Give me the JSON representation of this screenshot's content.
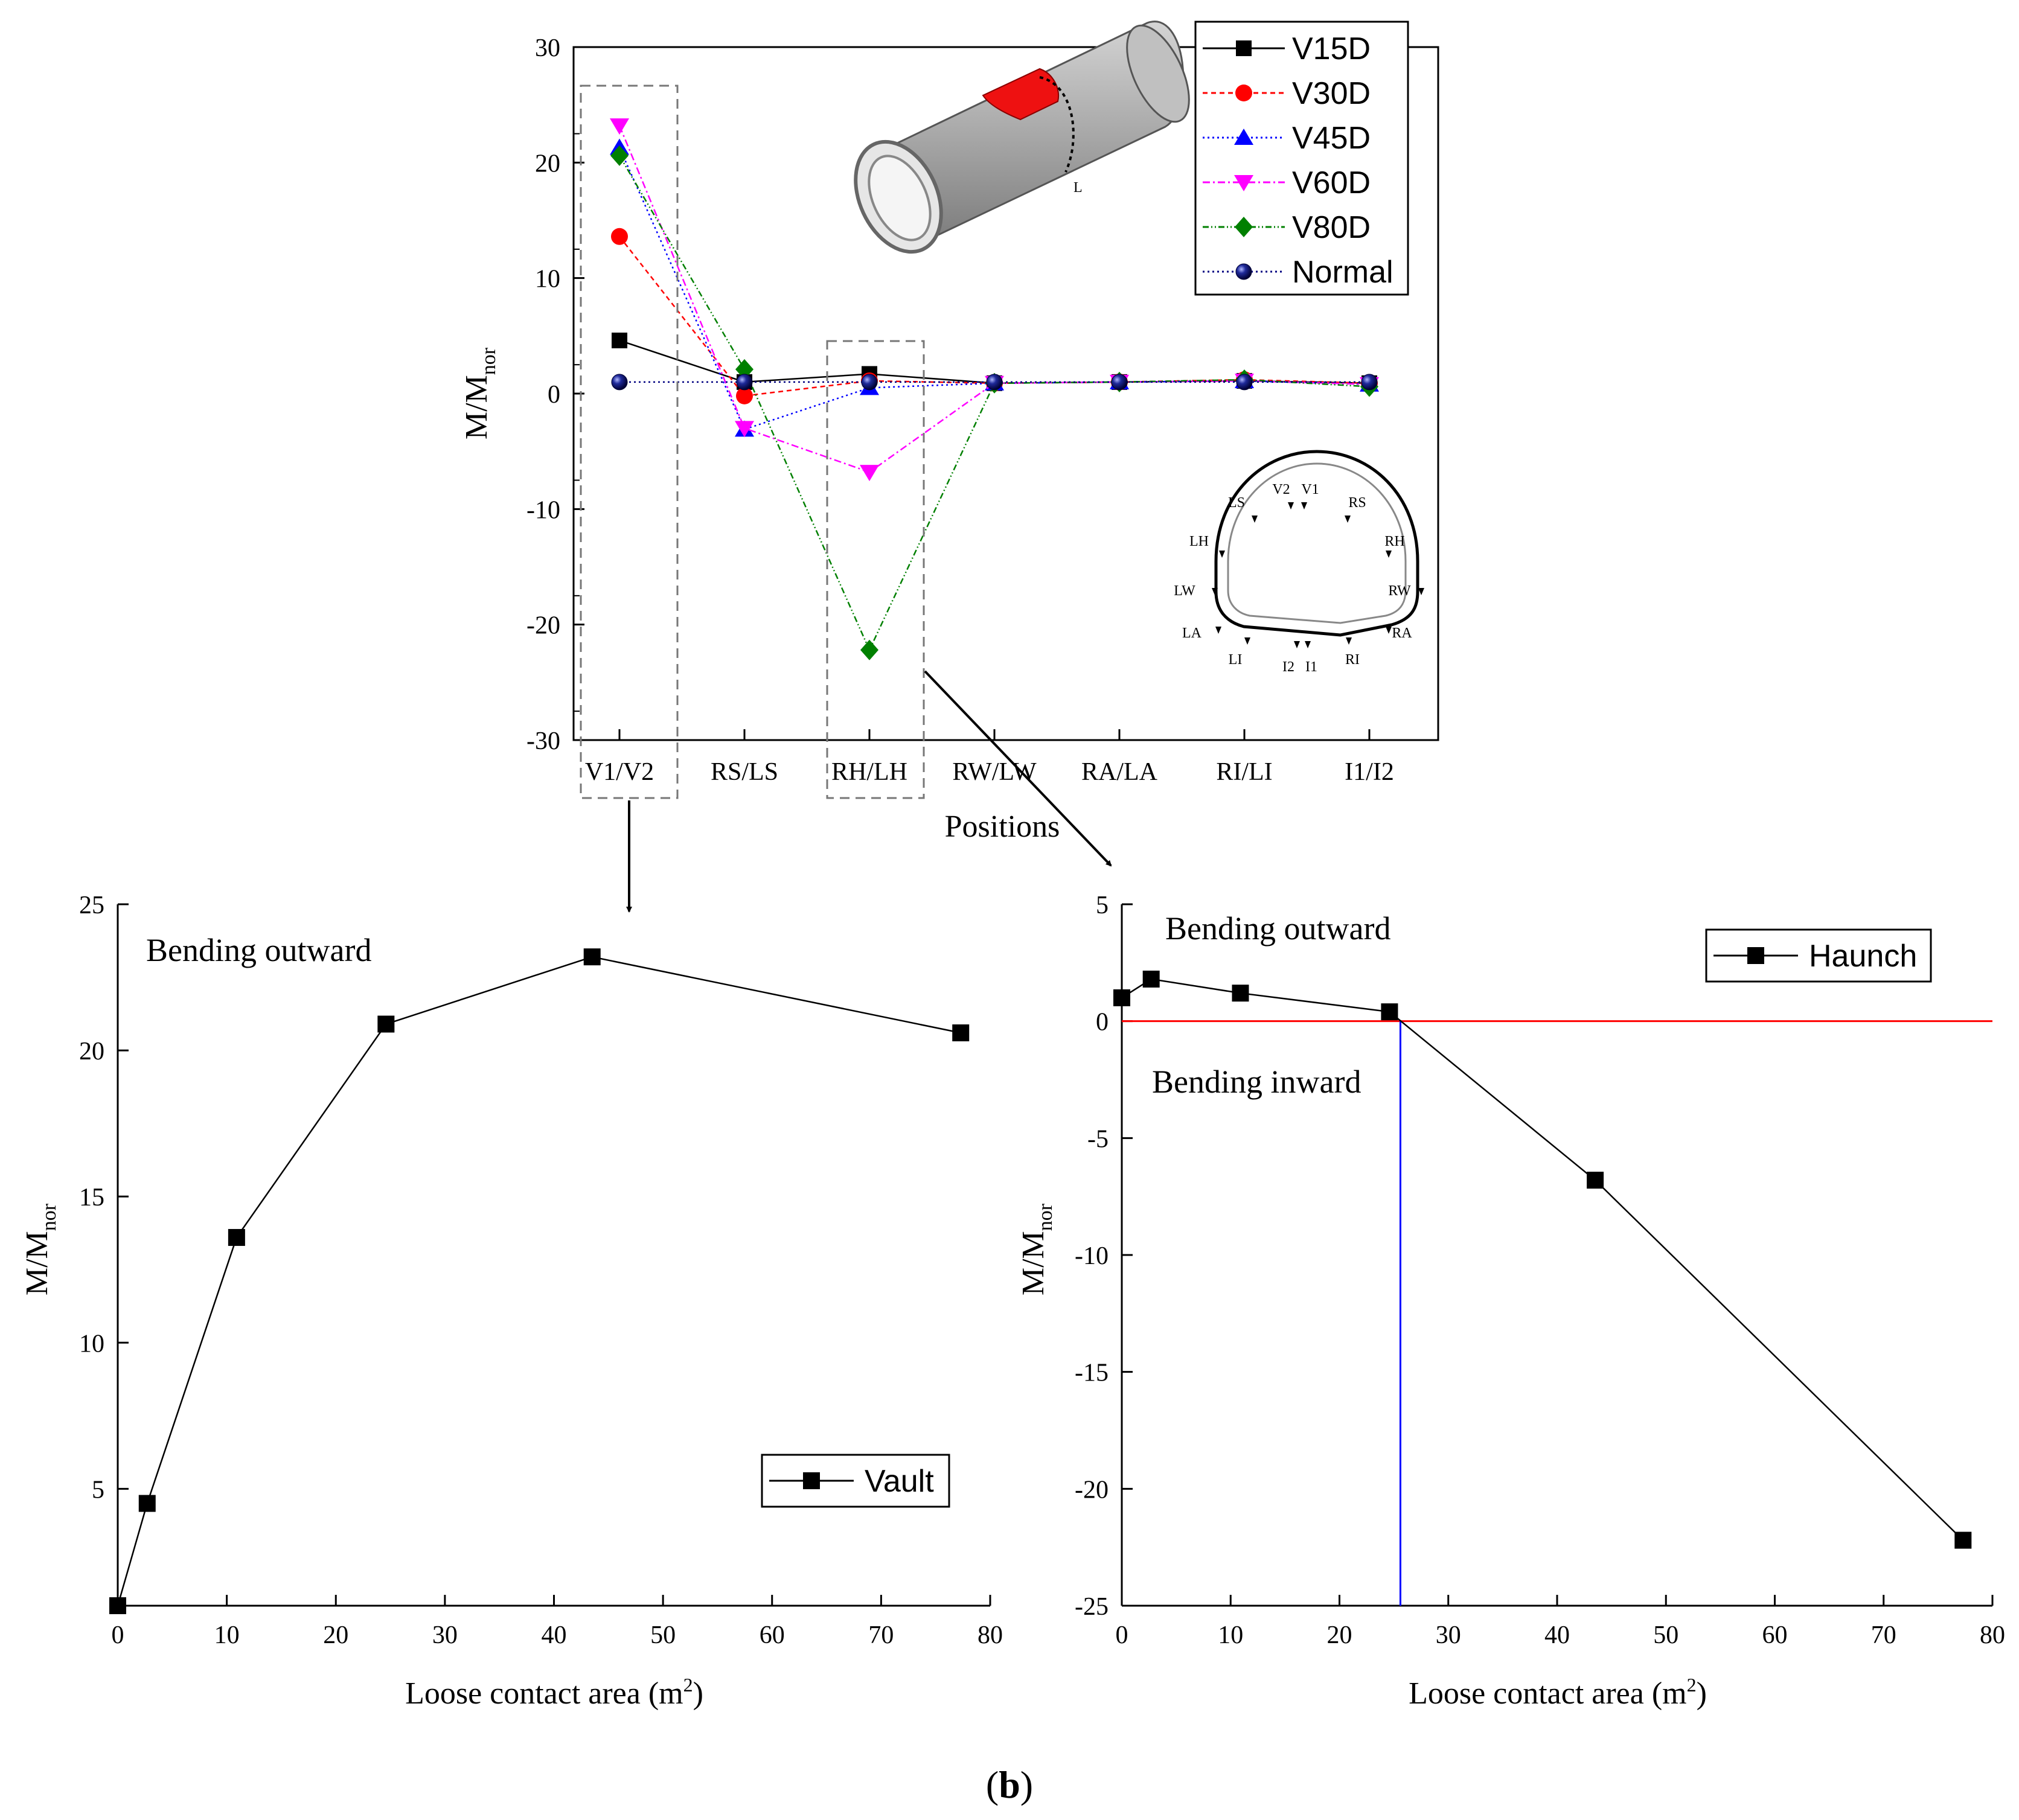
{
  "chart_data": [
    {
      "type": "line",
      "xlabel": "Positions",
      "ylabel_main": "M/M",
      "ylabel_sub": "nor",
      "ylim": [
        -30,
        30
      ],
      "yticks": [
        -30,
        -20,
        -10,
        0,
        10,
        20,
        30
      ],
      "categories": [
        "V1/V2",
        "RS/LS",
        "RH/LH",
        "RW/LW",
        "RA/LA",
        "RI/LI",
        "I1/I2"
      ],
      "legend_position": "top-right",
      "series": [
        {
          "name": "V15D",
          "color": "#000000",
          "marker": "square",
          "values": [
            4.6,
            1.0,
            1.7,
            0.9,
            1.0,
            1.1,
            0.9
          ]
        },
        {
          "name": "V30D",
          "color": "#ff0000",
          "marker": "circle",
          "values": [
            13.6,
            -0.2,
            1.1,
            0.9,
            1.0,
            1.2,
            0.9
          ]
        },
        {
          "name": "V45D",
          "color": "#0000ff",
          "marker": "triangle-up",
          "values": [
            21.3,
            -3.1,
            0.5,
            0.9,
            1.0,
            1.1,
            0.8
          ]
        },
        {
          "name": "V60D",
          "color": "#ff00ff",
          "marker": "triangle-down",
          "values": [
            23.2,
            -3.0,
            -6.8,
            0.9,
            1.0,
            1.1,
            0.8
          ]
        },
        {
          "name": "V80D",
          "color": "#008000",
          "marker": "diamond",
          "values": [
            20.6,
            2.1,
            -22.2,
            0.9,
            1.0,
            1.2,
            0.6
          ]
        },
        {
          "name": "Normal",
          "color": "#000080",
          "marker": "ball",
          "values": [
            1.0,
            1.0,
            1.0,
            1.0,
            1.0,
            1.0,
            1.0
          ]
        }
      ],
      "inset_tunnel_label": "L",
      "inset_section_labels": [
        "V2",
        "V1",
        "LS",
        "RS",
        "LH",
        "RH",
        "LW",
        "RW",
        "LA",
        "RA",
        "LI",
        "RI",
        "I2",
        "I1"
      ]
    },
    {
      "type": "line",
      "xlabel_main": "Loose contact area (m",
      "xlabel_sup": "2",
      "xlabel_end": ")",
      "ylabel_main": "M/M",
      "ylabel_sub": "nor",
      "xlim": [
        0,
        80
      ],
      "ylim": [
        1,
        25
      ],
      "xticks": [
        0,
        10,
        20,
        30,
        40,
        50,
        60,
        70,
        80
      ],
      "yticks": [
        5,
        10,
        15,
        20,
        25
      ],
      "annotation": "Bending outward",
      "legend_position": "bottom-right",
      "series": [
        {
          "name": "Vault",
          "color": "#000000",
          "marker": "square",
          "x": [
            0,
            2.7,
            10.9,
            24.6,
            43.5,
            77.3
          ],
          "y": [
            1.0,
            4.5,
            13.6,
            20.9,
            23.2,
            20.6
          ]
        }
      ]
    },
    {
      "type": "line",
      "xlabel_main": "Loose contact area (m",
      "xlabel_sup": "2",
      "xlabel_end": ")",
      "ylabel_main": "M/M",
      "ylabel_sub": "nor",
      "xlim": [
        0,
        80
      ],
      "ylim": [
        -25,
        5
      ],
      "xticks": [
        0,
        10,
        20,
        30,
        40,
        50,
        60,
        70,
        80
      ],
      "yticks": [
        -25,
        -20,
        -15,
        -10,
        -5,
        0,
        5
      ],
      "annotation_top": "Bending outward",
      "annotation_bottom": "Bending inward",
      "zero_line_color": "#ff0000",
      "crossing_line_color": "#0000ff",
      "crossing_x": 25.6,
      "legend_position": "top-right",
      "series": [
        {
          "name": "Haunch",
          "color": "#000000",
          "marker": "square",
          "x": [
            0,
            2.7,
            10.9,
            24.6,
            43.5,
            77.3
          ],
          "y": [
            1.0,
            1.8,
            1.2,
            0.4,
            -6.8,
            -22.2
          ]
        }
      ]
    }
  ],
  "caption_open": "(",
  "caption_letter": "b",
  "caption_close": ")"
}
